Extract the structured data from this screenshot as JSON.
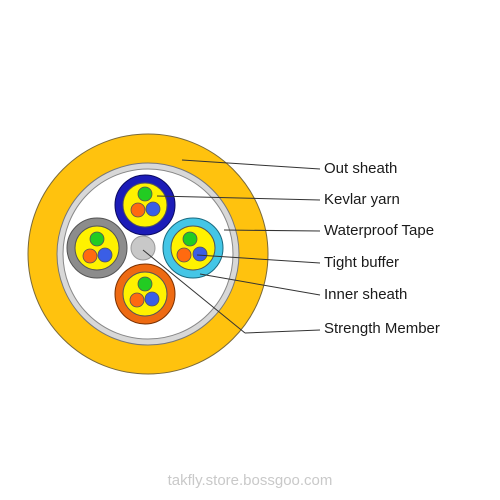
{
  "labels": {
    "out_sheath": "Out sheath",
    "kevlar_yarn": "Kevlar yarn",
    "waterproof_tape": "Waterproof Tape",
    "tight_buffer": "Tight buffer",
    "inner_sheath": "Inner sheath",
    "strength_member": "Strength Member"
  },
  "watermark": "takfly.store.bossgoo.com",
  "colors": {
    "out_sheath": "#ffc20e",
    "waterproof_tape": "#d8d8d8",
    "kevlar_fill": "#ffffff",
    "strength_member": "#c8c8c8",
    "tube_blue": "#1c1cb8",
    "tube_gray": "#8c8c8c",
    "tube_aqua": "#44c6e6",
    "tube_orange": "#ee6a12",
    "yarn_yellow": "#fff200",
    "fiber_green": "#22cc22",
    "fiber_orange": "#ff6a10",
    "fiber_blue": "#3a5ee6",
    "leader_line": "#333333"
  }
}
